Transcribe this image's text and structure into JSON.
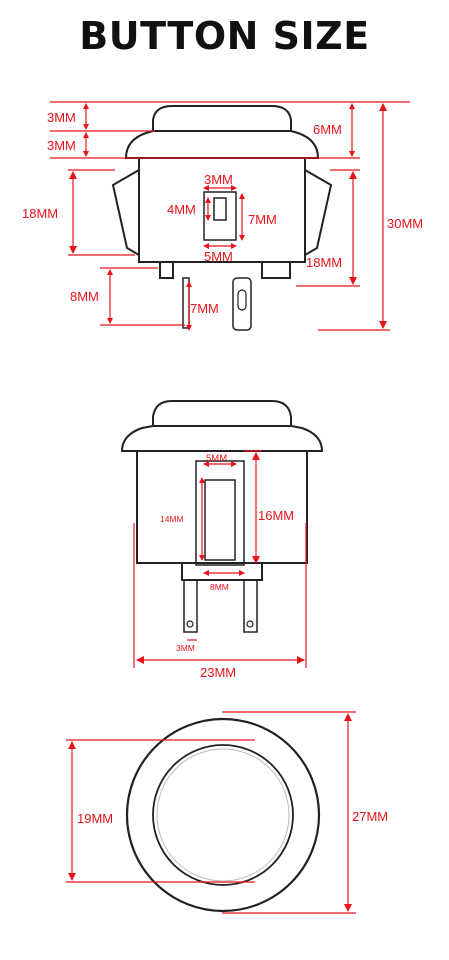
{
  "title": "BUTTON SIZE",
  "colors": {
    "dimension": "#e8141c",
    "outline": "#222222",
    "background": "#ffffff"
  },
  "side_view": {
    "cap_height": "3MM",
    "flange_height": "3MM",
    "top_total": "6MM",
    "body_height_left": "18MM",
    "body_height_right": "18MM",
    "overall_height": "30MM",
    "slot_width": "3MM",
    "slot_height_left": "4MM",
    "slot_height_right": "7MM",
    "slot_base": "5MM",
    "pin_height": "8MM",
    "terminal_height": "7MM"
  },
  "front_view": {
    "window_width": "5MM",
    "inner_height": "14MM",
    "window_height": "16MM",
    "base_width": "8MM",
    "pin_gap": "3MM",
    "body_width": "23MM"
  },
  "top_view": {
    "inner_diameter": "19MM",
    "outer_diameter": "27MM"
  }
}
